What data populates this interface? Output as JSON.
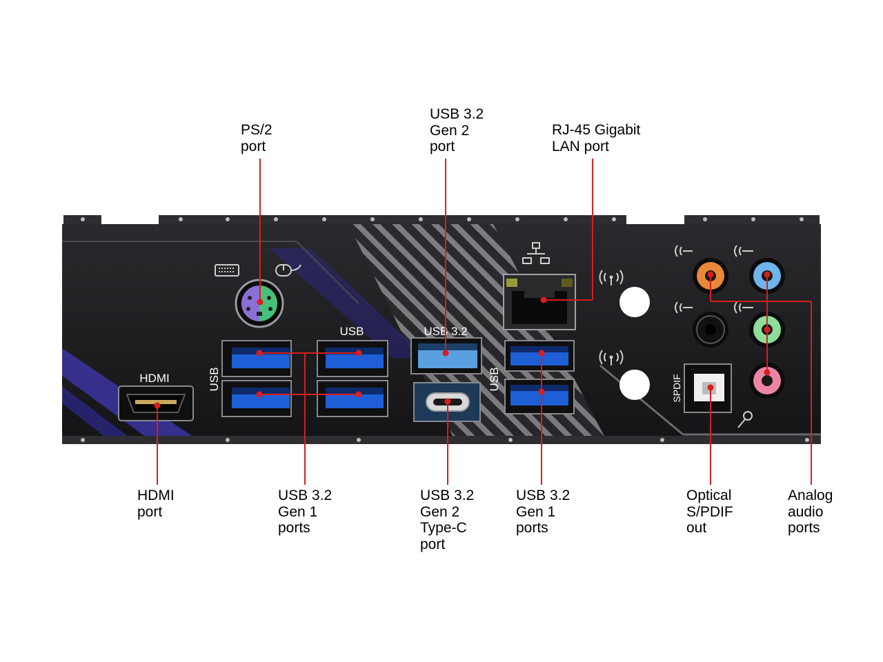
{
  "colors": {
    "leader": "#d81e1e",
    "panel": "#1b1b1e",
    "accent_purple": "#4a3fb0",
    "usb_blue": "#1f5fd6",
    "usb_typec_blue": "#5a9fe0",
    "audio_orange": "#e8883a",
    "audio_blue": "#6fb4ea",
    "audio_green": "#8fdd9a",
    "audio_pink": "#ee84a4",
    "audio_black": "#111111",
    "ps2_purple": "#8a6fd6",
    "ps2_green": "#48c07a"
  },
  "callouts": {
    "ps2": [
      "PS/2",
      "port"
    ],
    "usb_gen2_top": [
      "USB 3.2",
      "Gen 2",
      "port"
    ],
    "rj45": [
      "RJ-45 Gigabit",
      "LAN port"
    ],
    "hdmi": [
      "HDMI",
      "port"
    ],
    "usb_gen1_left": [
      "USB 3.2",
      "Gen 1",
      "ports"
    ],
    "usb_typec": [
      "USB 3.2",
      "Gen 2",
      "Type-C",
      "port"
    ],
    "usb_gen1_right": [
      "USB 3.2",
      "Gen 1",
      "ports"
    ],
    "spdif": [
      "Optical",
      "S/PDIF",
      "out"
    ],
    "audio": [
      "Analog",
      "audio",
      "ports"
    ]
  },
  "panel_labels": {
    "hdmi": "HDMI",
    "usb_top": "USB",
    "usb_side_left": "USB",
    "usb_32": "USB 3.2",
    "usb_side_right": "USB",
    "spdif": "SPDIF"
  },
  "icons": {
    "keyboard": "keyboard-icon",
    "mouse": "mouse-icon",
    "network": "network-icon",
    "wifi": "wifi-antenna-icon",
    "audio_in": "audio-jack-icon",
    "mic": "microphone-icon"
  }
}
